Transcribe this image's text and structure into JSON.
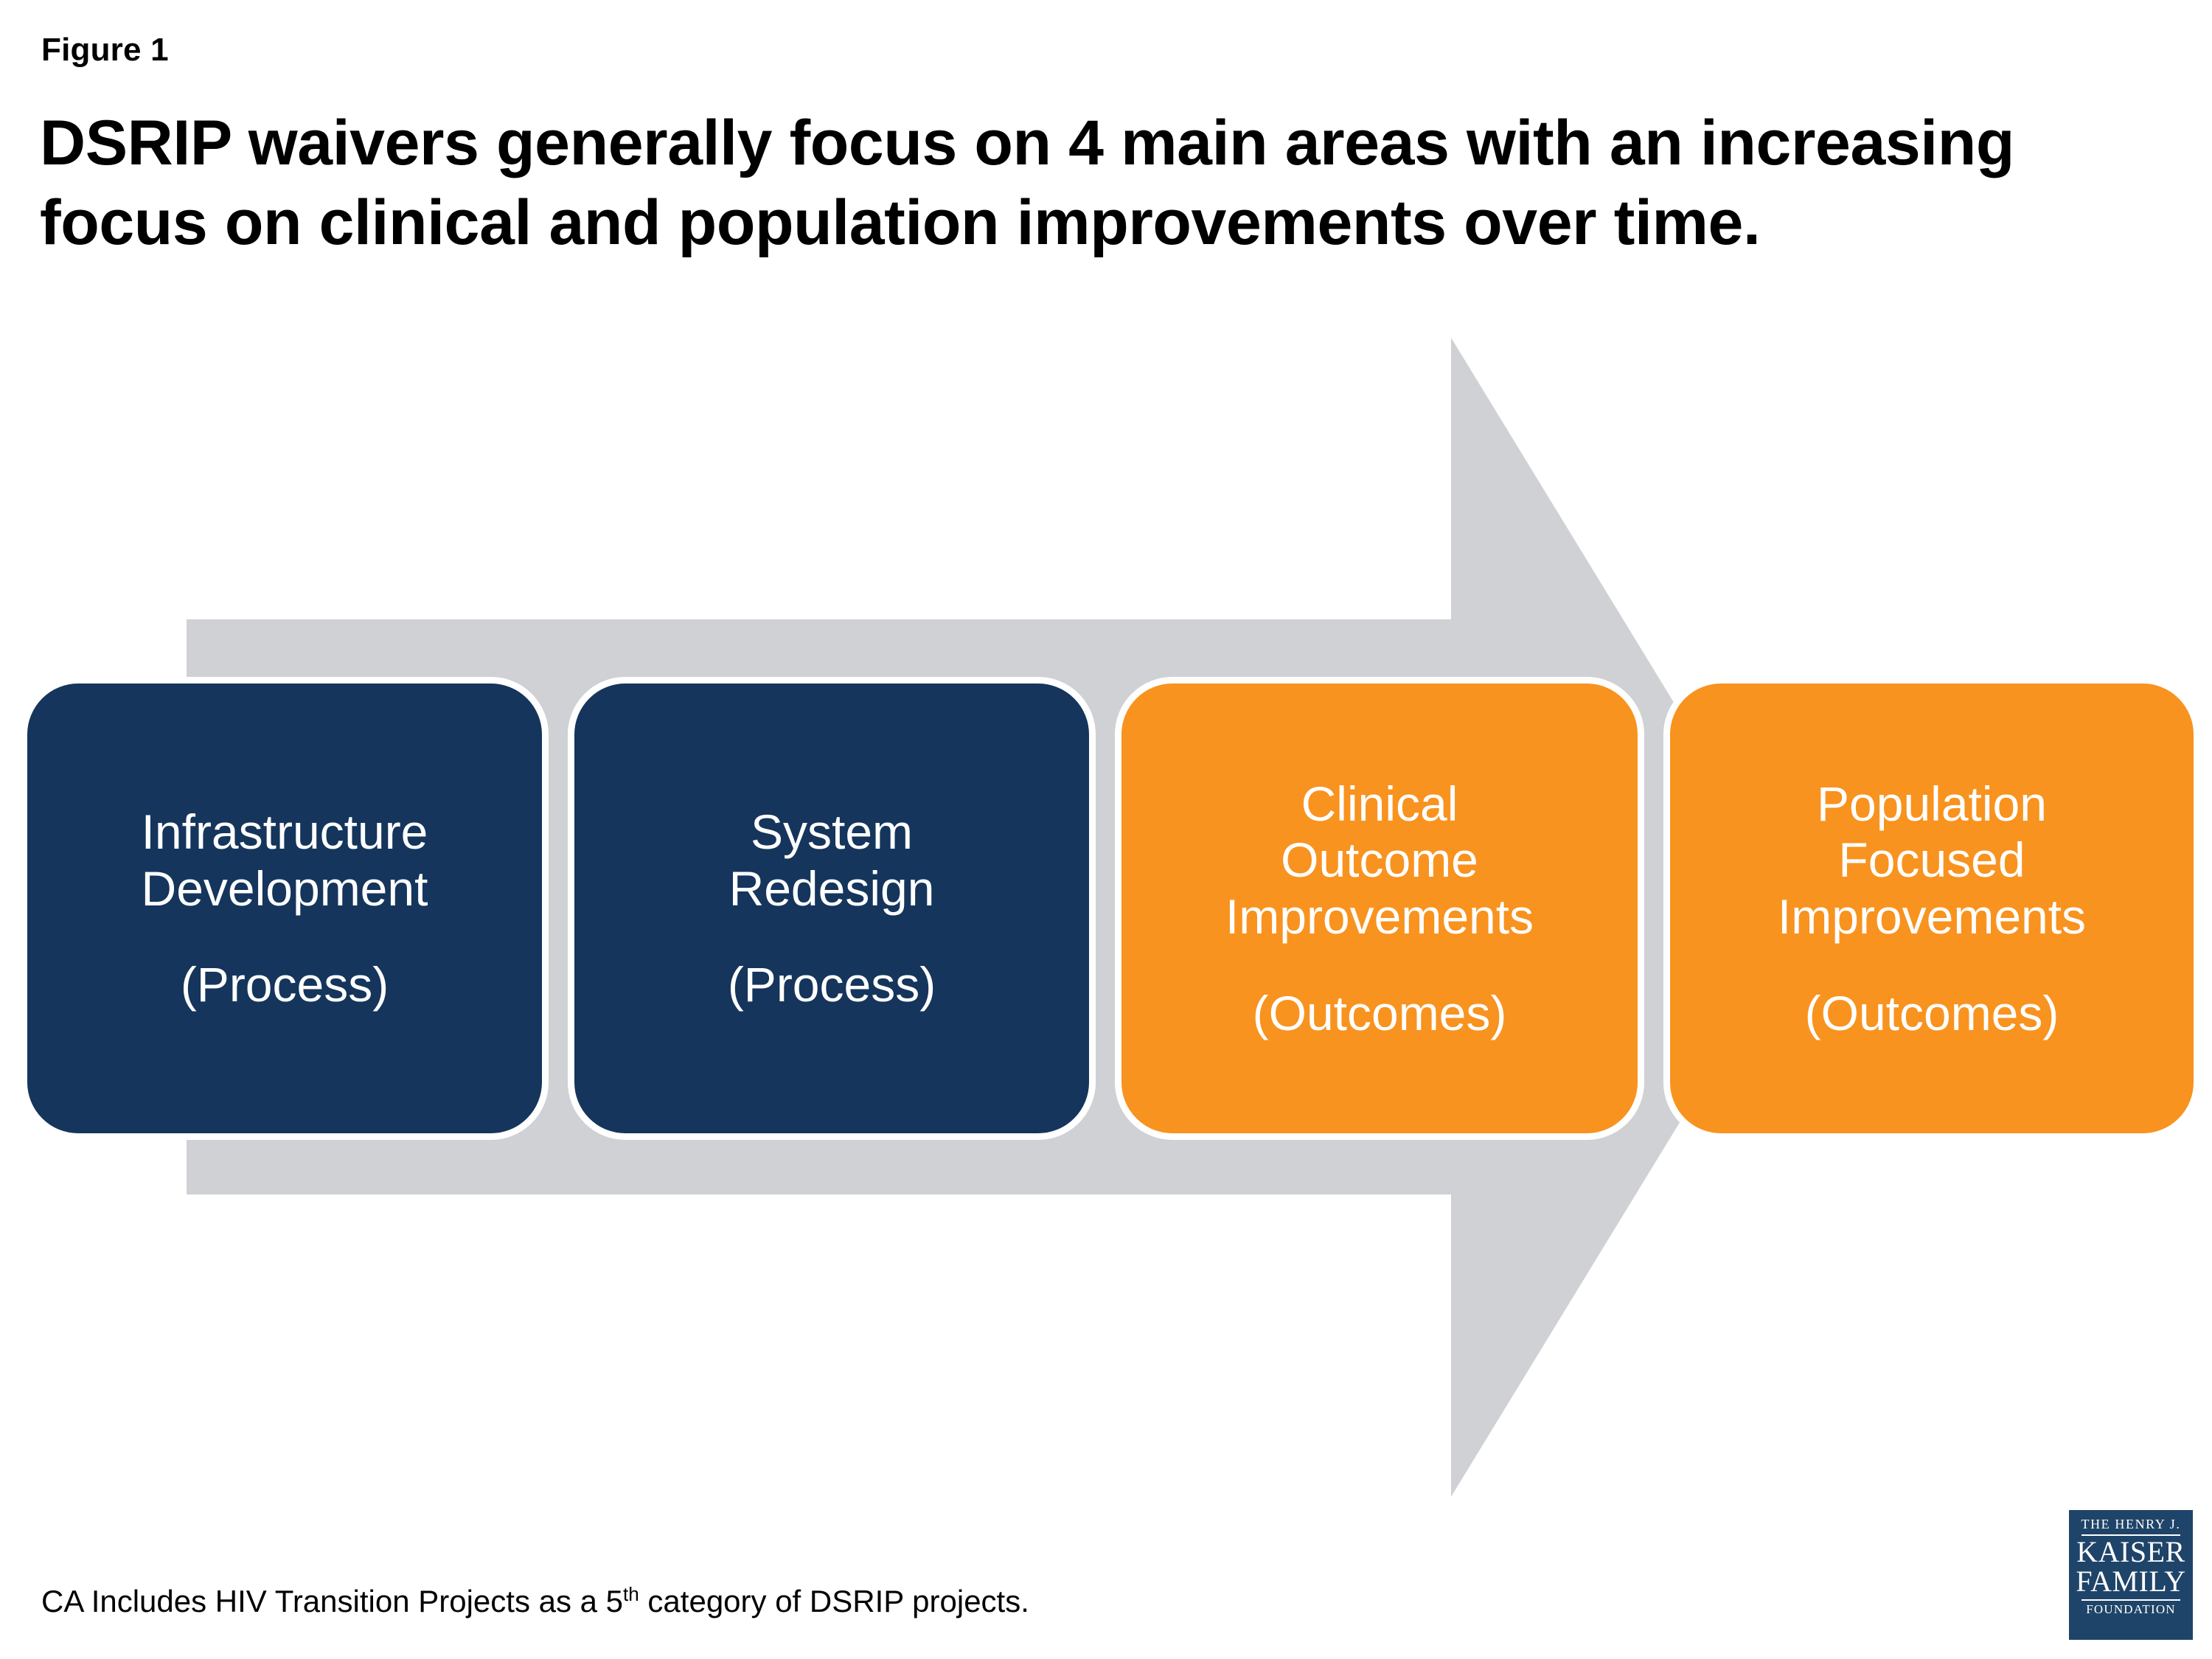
{
  "figure": {
    "label": "Figure 1",
    "title_line_1": "DSRIP waivers generally focus on 4 main areas with an increasing",
    "title_line_2": "focus on clinical and population improvements over time."
  },
  "colors": {
    "process_box": "#15355C",
    "outcome_box": "#F8931F",
    "arrow": "#CFD1D4",
    "box_border": "#FFFFFF",
    "text_on_box": "#FFFFFF",
    "logo_blue": "#1F4469",
    "background": "#FFFFFF"
  },
  "diagram": {
    "arrow_direction": "right",
    "arrow_meaning": "time",
    "boxes": [
      {
        "name": "infrastructure-development",
        "line1": "Infrastructure",
        "line2": "Development",
        "qualifier": "(Process)",
        "category": "Process",
        "color": "#15355C"
      },
      {
        "name": "system-redesign",
        "line1": "System",
        "line2": "Redesign",
        "qualifier": "(Process)",
        "category": "Process",
        "color": "#15355C"
      },
      {
        "name": "clinical-outcome-improvements",
        "line1": "Clinical",
        "line2": "Outcome",
        "line3": "Improvements",
        "qualifier": "(Outcomes)",
        "category": "Outcomes",
        "color": "#F8931F"
      },
      {
        "name": "population-focused-improvements",
        "line1": "Population",
        "line2": "Focused",
        "line3": "Improvements",
        "qualifier": "(Outcomes)",
        "category": "Outcomes",
        "color": "#F8931F"
      }
    ]
  },
  "footnote": {
    "prefix": "CA Includes HIV Transition Projects as a 5",
    "sup": "th",
    "suffix": " category of DSRIP projects."
  },
  "logo": {
    "line1": "THE HENRY J.",
    "line2": "KAISER",
    "line3": "FAMILY",
    "line4": "FOUNDATION"
  }
}
